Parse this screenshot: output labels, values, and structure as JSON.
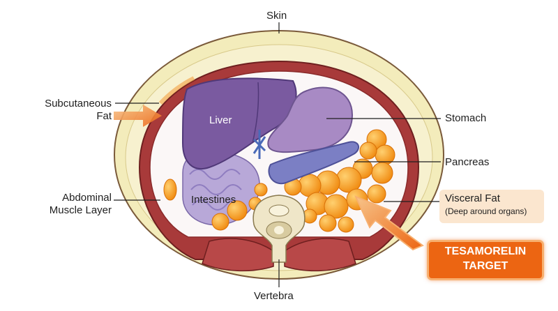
{
  "labels": {
    "skin": "Skin",
    "subcutaneous_line1": "Subcutaneous",
    "subcutaneous_line2": "Fat",
    "abdominal_line1": "Abdominal",
    "abdominal_line2": "Muscle Layer",
    "stomach": "Stomach",
    "pancreas": "Pancreas",
    "visceral_fat": "Visceral Fat",
    "visceral_fat_sub": "(Deep around organs)",
    "vertebra": "Vertebra",
    "liver": "Liver",
    "intestines": "Intestines",
    "target_line1": "TESAMORELIN",
    "target_line2": "TARGET"
  },
  "colors": {
    "skin": "#f5efc2",
    "muscle": "#a83a3a",
    "liver": "#7a5aa0",
    "stomach": "#a88ac4",
    "pancreas": "#7b7fc4",
    "intestines": "#b8a8d8",
    "visceral_fat": "#f59a1e",
    "target": "#ec6512"
  }
}
